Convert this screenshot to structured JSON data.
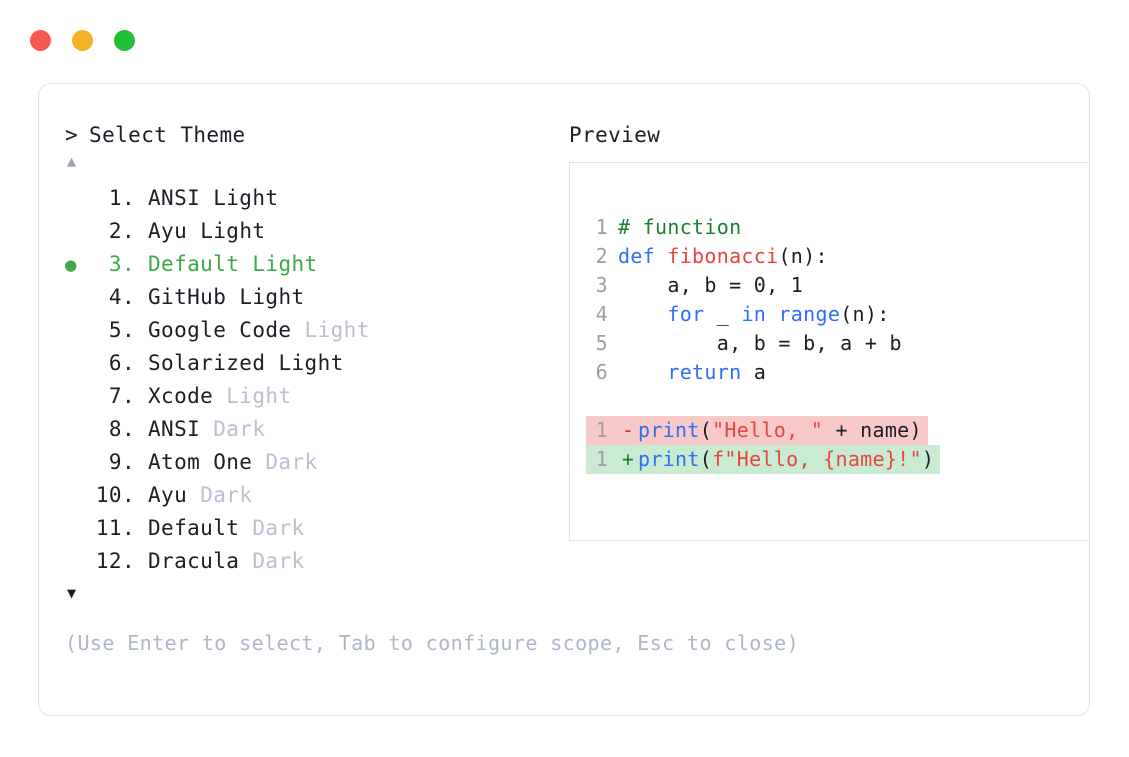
{
  "window": {
    "traffic_lights": [
      {
        "name": "close-button",
        "color": "#f55a52"
      },
      {
        "name": "minimize-button",
        "color": "#f5b226"
      },
      {
        "name": "maximize-button",
        "color": "#22c034"
      }
    ]
  },
  "prompt": {
    "caret": ">",
    "title": "Select Theme"
  },
  "scroll": {
    "up_arrow": "▲",
    "down_arrow": "▼"
  },
  "selection": {
    "bullet": "●",
    "selected_index": 3,
    "accent_color": "#3ca94b"
  },
  "themes": [
    {
      "num": " 1.",
      "name": "ANSI",
      "variant": "Light",
      "variant_muted": false,
      "selected": false,
      "bullet": ""
    },
    {
      "num": " 2.",
      "name": "Ayu",
      "variant": "Light",
      "variant_muted": false,
      "selected": false,
      "bullet": ""
    },
    {
      "num": " 3.",
      "name": "Default",
      "variant": "Light",
      "variant_muted": false,
      "selected": true,
      "bullet": "●"
    },
    {
      "num": " 4.",
      "name": "GitHub",
      "variant": "Light",
      "variant_muted": false,
      "selected": false,
      "bullet": ""
    },
    {
      "num": " 5.",
      "name": "Google Code",
      "variant": "Light",
      "variant_muted": true,
      "selected": false,
      "bullet": ""
    },
    {
      "num": " 6.",
      "name": "Solarized",
      "variant": "Light",
      "variant_muted": false,
      "selected": false,
      "bullet": ""
    },
    {
      "num": " 7.",
      "name": "Xcode",
      "variant": "Light",
      "variant_muted": true,
      "selected": false,
      "bullet": ""
    },
    {
      "num": " 8.",
      "name": "ANSI",
      "variant": "Dark",
      "variant_muted": true,
      "selected": false,
      "bullet": ""
    },
    {
      "num": " 9.",
      "name": "Atom One",
      "variant": "Dark",
      "variant_muted": true,
      "selected": false,
      "bullet": ""
    },
    {
      "num": "10.",
      "name": "Ayu",
      "variant": "Dark",
      "variant_muted": true,
      "selected": false,
      "bullet": ""
    },
    {
      "num": "11.",
      "name": "Default",
      "variant": "Dark",
      "variant_muted": true,
      "selected": false,
      "bullet": ""
    },
    {
      "num": "12.",
      "name": "Dracula",
      "variant": "Dark",
      "variant_muted": true,
      "selected": false,
      "bullet": ""
    }
  ],
  "preview": {
    "label": "Preview",
    "code_lines": [
      {
        "ln": "1",
        "tokens": [
          {
            "t": "# function",
            "c": "comment"
          }
        ]
      },
      {
        "ln": "2",
        "tokens": [
          {
            "t": "def ",
            "c": "kw"
          },
          {
            "t": "fibonacci",
            "c": "fn"
          },
          {
            "t": "(n):",
            "c": "plain"
          }
        ]
      },
      {
        "ln": "3",
        "tokens": [
          {
            "t": "    a, b = 0, 1",
            "c": "plain"
          }
        ]
      },
      {
        "ln": "4",
        "tokens": [
          {
            "t": "    ",
            "c": "plain"
          },
          {
            "t": "for",
            "c": "kw"
          },
          {
            "t": " _ ",
            "c": "plain"
          },
          {
            "t": "in",
            "c": "kw"
          },
          {
            "t": " ",
            "c": "plain"
          },
          {
            "t": "range",
            "c": "kw"
          },
          {
            "t": "(n):",
            "c": "plain"
          }
        ]
      },
      {
        "ln": "5",
        "tokens": [
          {
            "t": "        a, b = b, a + b",
            "c": "plain"
          }
        ]
      },
      {
        "ln": "6",
        "tokens": [
          {
            "t": "    ",
            "c": "plain"
          },
          {
            "t": "return",
            "c": "kw"
          },
          {
            "t": " a",
            "c": "plain"
          }
        ]
      }
    ],
    "diff_lines": [
      {
        "ln": "1",
        "sign": "-",
        "kind": "removed",
        "bg": "#f8c9c9",
        "tokens": [
          {
            "t": "print",
            "c": "kw"
          },
          {
            "t": "(",
            "c": "plain"
          },
          {
            "t": "\"Hello, \"",
            "c": "str"
          },
          {
            "t": " + name)",
            "c": "plain"
          }
        ]
      },
      {
        "ln": "1",
        "sign": "+",
        "kind": "added",
        "bg": "#c8ebd2",
        "tokens": [
          {
            "t": "print",
            "c": "kw"
          },
          {
            "t": "(",
            "c": "plain"
          },
          {
            "t": "f\"Hello, {name}!\"",
            "c": "str"
          },
          {
            "t": ")",
            "c": "plain"
          }
        ]
      }
    ]
  },
  "footer": {
    "hint": "(Use Enter to select, Tab to configure scope, Esc to close)"
  }
}
